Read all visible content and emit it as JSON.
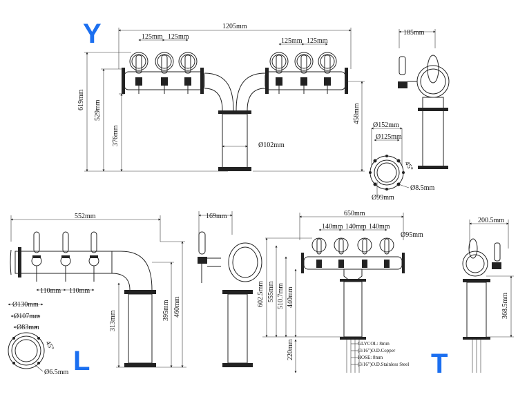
{
  "letters": {
    "y": "Y",
    "l": "L",
    "t": "T"
  },
  "colors": {
    "letter": "#1b6ff0",
    "line": "#222222"
  },
  "y_tower": {
    "front": {
      "width": "1205mm",
      "spacing_1": "125mm",
      "spacing_2": "125mm",
      "spacing_3": "125mm",
      "spacing_4": "125mm",
      "height_total": "619mm",
      "height_mid": "529mm",
      "height_base": "376mm",
      "height_right": "458mm",
      "pipe_dia": "Ø102mm"
    },
    "side": {
      "depth": "185mm"
    },
    "base": {
      "d1": "Ø152mm",
      "d2": "Ø125mm",
      "d3": "Ø99mm",
      "bolt": "Ø8.5mm",
      "angle": "45°"
    }
  },
  "l_tower": {
    "front": {
      "width": "552mm",
      "spacing_1": "110mm",
      "spacing_2": "110mm",
      "h1": "313mm",
      "h2": "395mm",
      "h3": "460mm"
    },
    "side": {
      "depth": "169mm"
    },
    "base": {
      "d1": "Ø130mm",
      "d2": "Ø107mm",
      "d3": "Ø83mm",
      "bolt": "Ø6.5mm",
      "angle": "45°"
    }
  },
  "t_tower": {
    "front": {
      "width": "650mm",
      "spacing_1": "140mm",
      "spacing_2": "140mm",
      "spacing_3": "140mm",
      "ring": "Ø95mm",
      "h1": "602.5mm",
      "h2": "555mm",
      "h3": "510.7mm",
      "h4": "440mm",
      "h5": "220mm",
      "notes": [
        "GLYCOL: 8mm",
        "(3/16\")O.D.Copper",
        "HOSE: 8mm",
        "(3/16\")O.D.Stainless Steel"
      ]
    },
    "side": {
      "depth": "200.5mm",
      "height": "368.5mm"
    }
  }
}
